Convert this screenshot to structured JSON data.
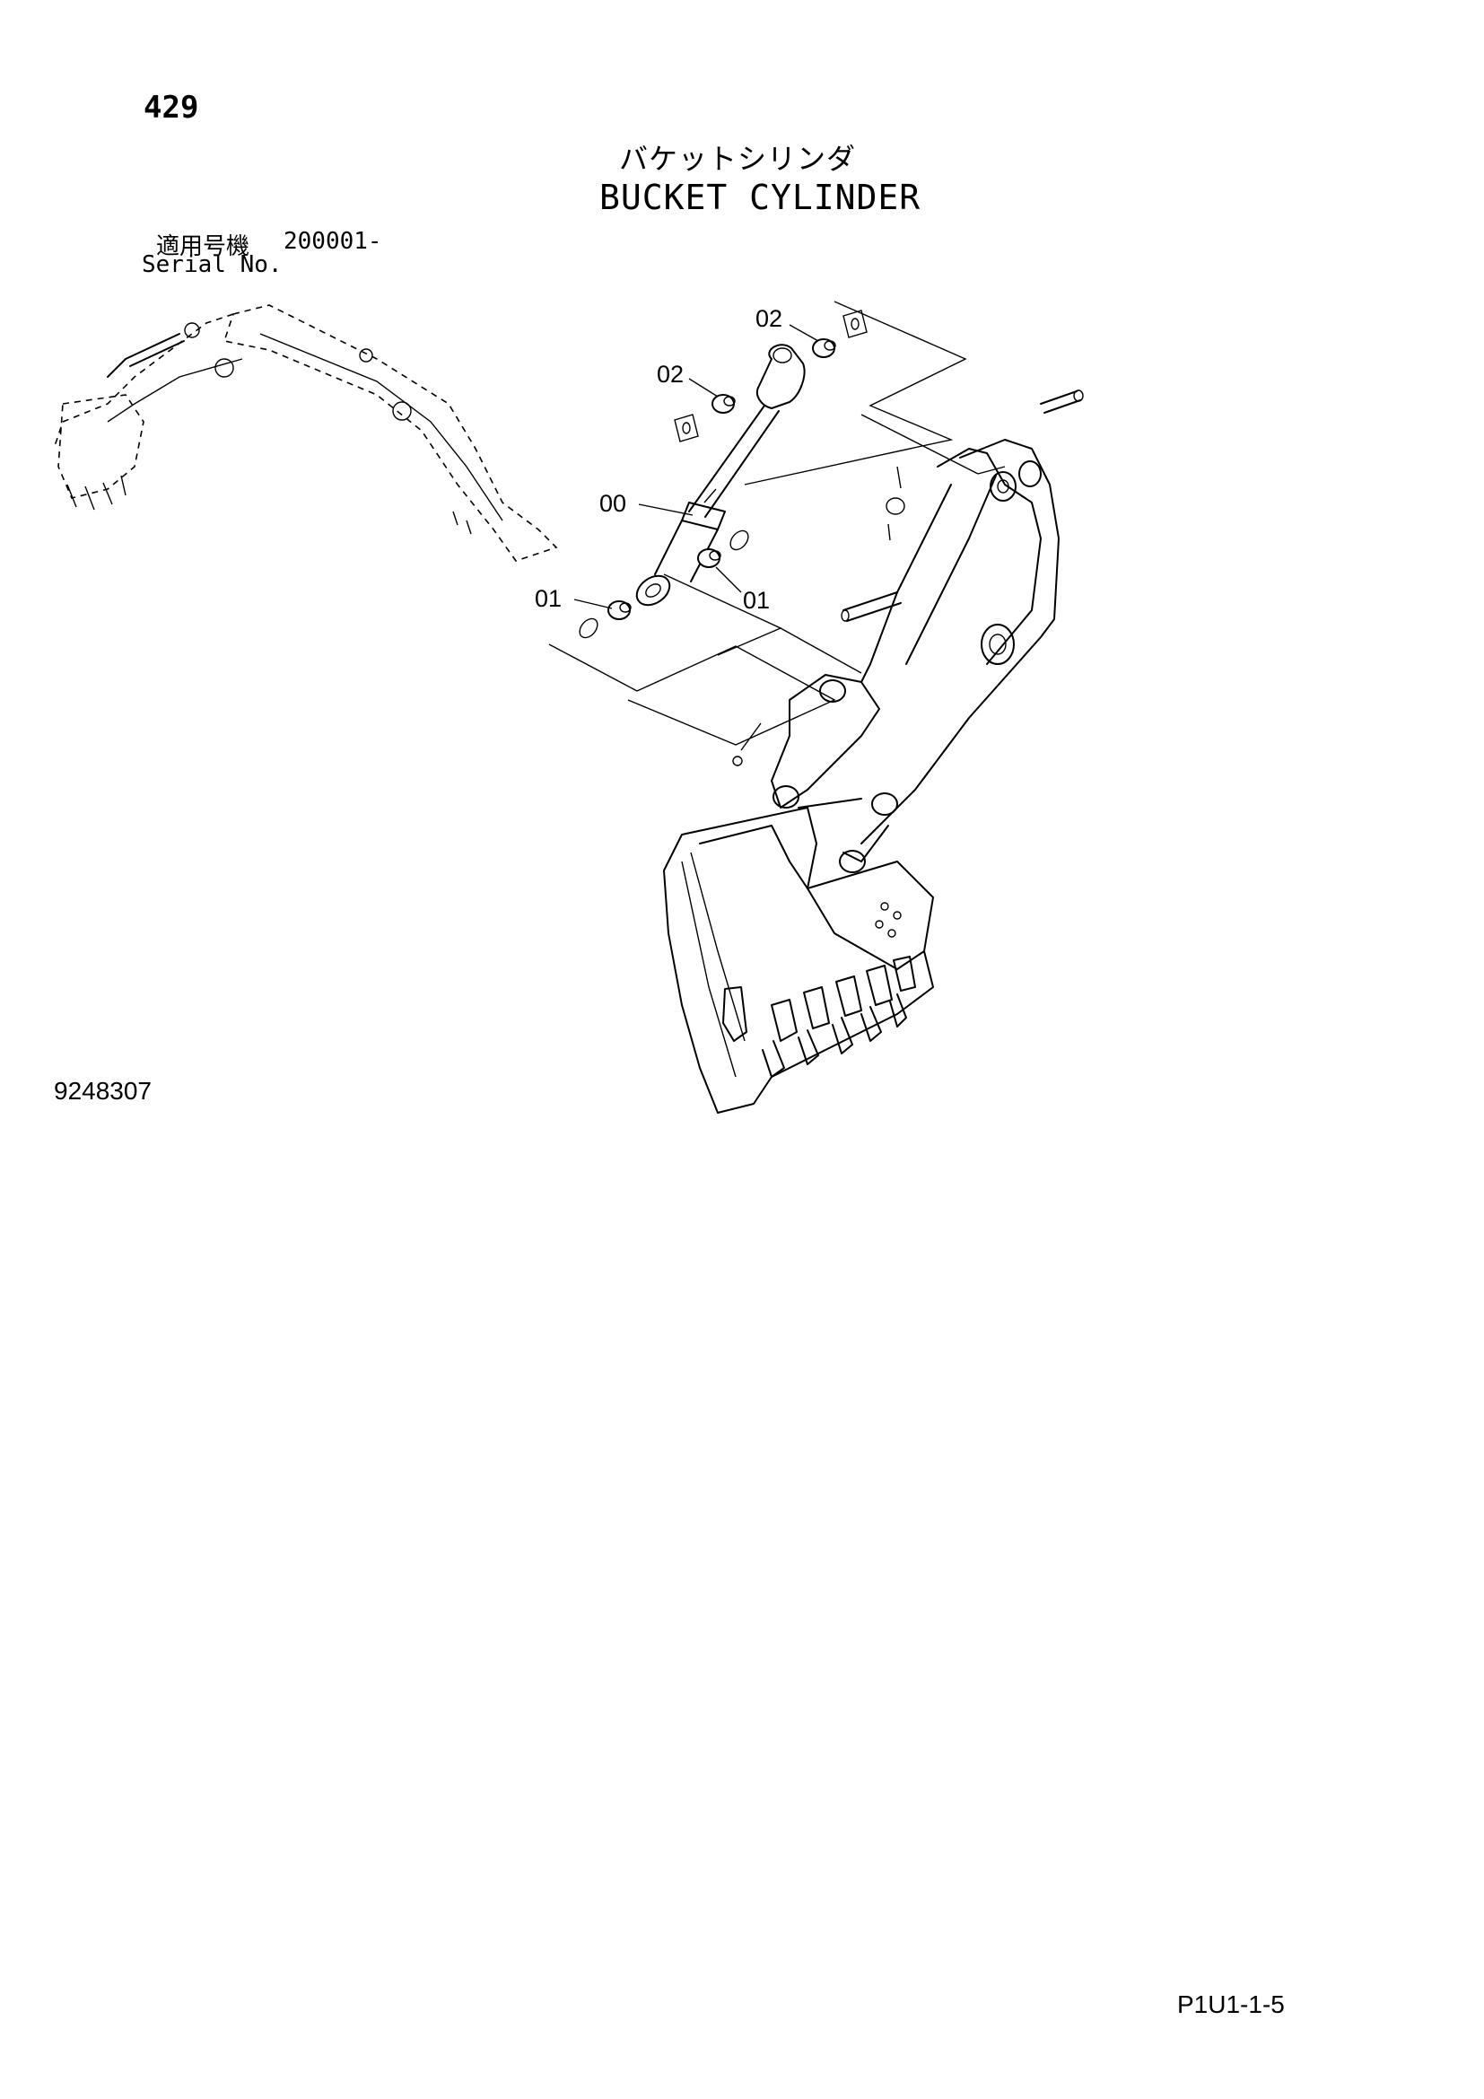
{
  "header": {
    "page_number": "429",
    "title_jp": "バケットシリンダ",
    "title_en": "BUCKET CYLINDER"
  },
  "serial": {
    "label_jp": "適用号機",
    "value": "200001-",
    "label_en": "Serial No."
  },
  "callouts": [
    {
      "id": "02",
      "label": "02"
    },
    {
      "id": "02",
      "label": "02"
    },
    {
      "id": "00",
      "label": "00"
    },
    {
      "id": "01",
      "label": "01"
    },
    {
      "id": "01",
      "label": "01"
    }
  ],
  "footer": {
    "drawing_number": "9248307",
    "page_code": "P1U1-1-5"
  }
}
